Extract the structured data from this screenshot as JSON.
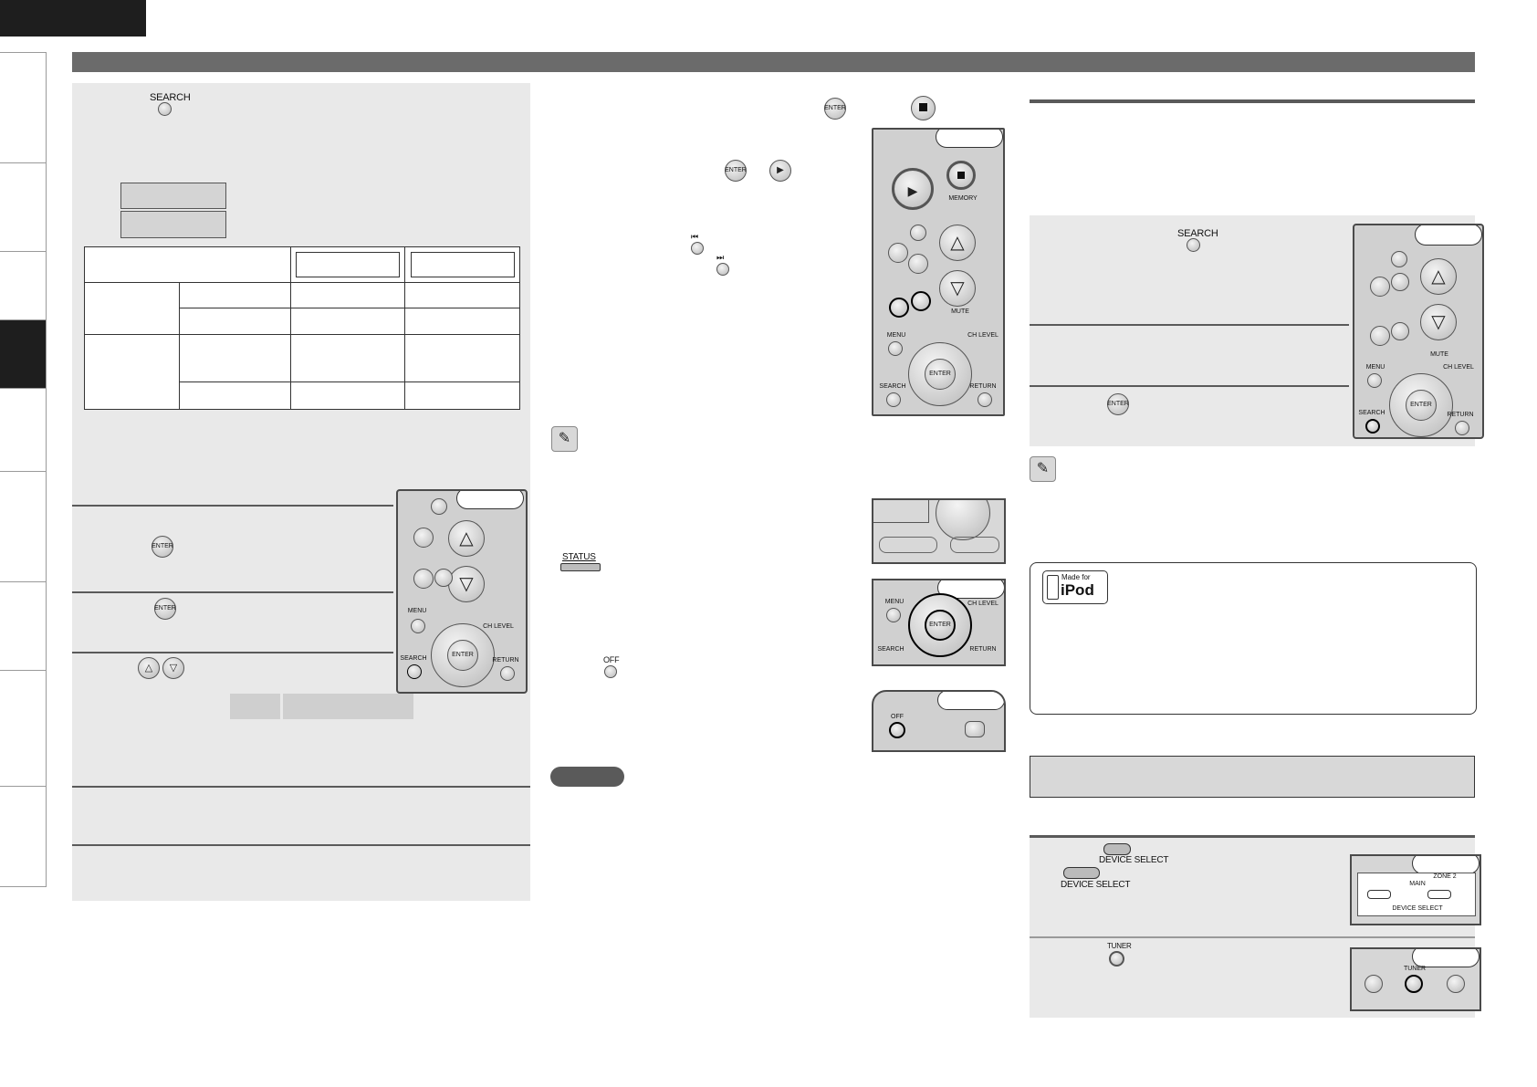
{
  "colors": {
    "header_bar": "#6b6b6b",
    "panel": "#e9e9e9",
    "active_tab": "#1e1e1e"
  },
  "buttons": {
    "search": "SEARCH",
    "enter": "ENTER",
    "status": "STATUS",
    "off": "OFF",
    "tuner": "TUNER",
    "device_select": "DEVICE SELECT"
  },
  "badge": {
    "made_for": "Made for",
    "ipod": "iPod"
  },
  "remote_labels": {
    "enter": "ENTER",
    "menu": "MENU",
    "search": "SEARCH",
    "return": "RETURN",
    "ch_level": "CH LEVEL",
    "mute": "MUTE",
    "memory": "MEMORY",
    "zone2": "ZONE 2",
    "main": "MAIN",
    "tuner": "TUNER",
    "device_select": "DEVICE SELECT"
  }
}
